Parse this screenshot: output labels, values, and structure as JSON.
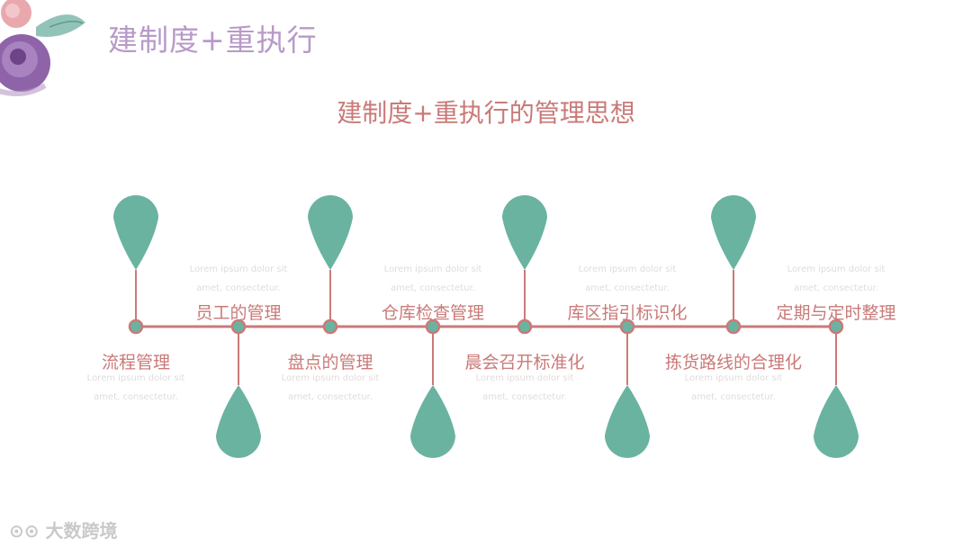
{
  "header": {
    "title": "建制度+重执行"
  },
  "subtitle": "建制度+重执行的管理思想",
  "timeline": {
    "accent_color": "#6ab3a1",
    "line_color": "#c97a78",
    "top_labels": [
      "员工的管理",
      "仓库检查管理",
      "库区指引标识化",
      "定期与定时整理"
    ],
    "bottom_labels": [
      "流程管理",
      "盘点的管理",
      "晨会召开标准化",
      "拣货路线的合理化"
    ],
    "lorem_line1": "Lorem ipsum dolor sit",
    "lorem_line2": "amet, consectetur."
  },
  "watermark": {
    "text": "大数跨境"
  }
}
